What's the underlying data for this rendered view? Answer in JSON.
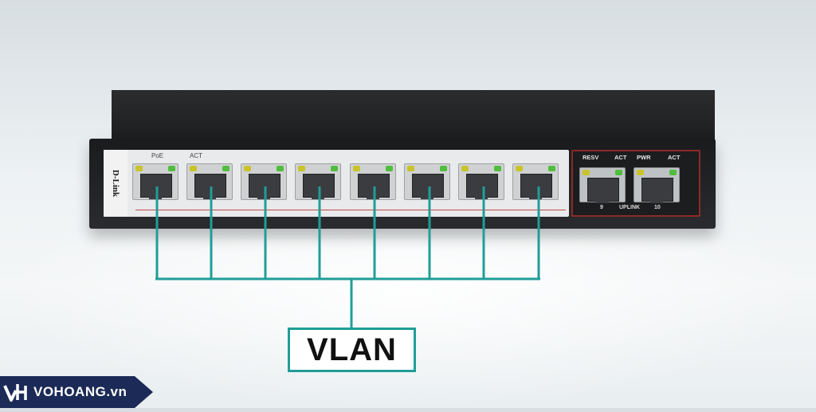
{
  "device": {
    "brand": "D-Link",
    "labels": {
      "poe": "PoE",
      "act": "ACT",
      "resv": "RESV",
      "act_right": "ACT",
      "pwr": "PWR",
      "act_pwr": "ACT",
      "port9": "9",
      "uplink": "UPLINK",
      "port10": "10"
    }
  },
  "diagram": {
    "label": "VLAN",
    "line_color": "#219d98"
  },
  "watermark": {
    "text": "VOHOANG.vn",
    "color": "#1b2a56"
  }
}
